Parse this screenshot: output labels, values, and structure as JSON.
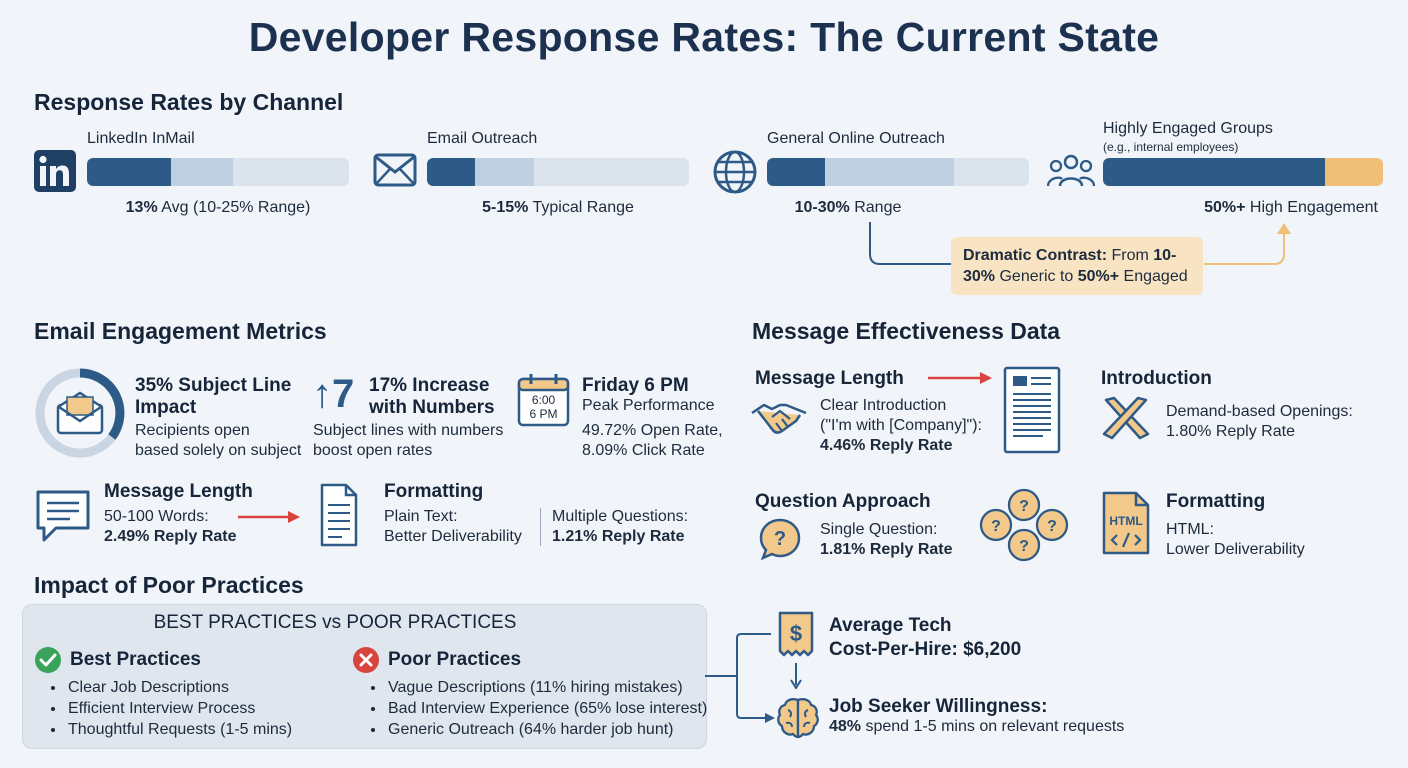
{
  "title": "Developer Response Rates: The Current State",
  "sections": {
    "response_rates": "Response Rates by Channel",
    "email_metrics": "Email Engagement Metrics",
    "message_effectiveness": "Message Effectiveness Data",
    "poor_practices": "Impact of Poor Practices"
  },
  "channels": [
    {
      "name": "LinkedIn InMail",
      "icon": "linkedin-icon",
      "bold": "13%",
      "rest": " Avg (10-25% Range)",
      "avg": 13,
      "range": [
        10,
        25
      ]
    },
    {
      "name": "Email Outreach",
      "icon": "envelope-icon",
      "bold": "5-15%",
      "rest": " Typical Range",
      "avg": null,
      "range": [
        5,
        15
      ]
    },
    {
      "name": "General Online Outreach",
      "icon": "globe-icon",
      "bold": "10-30%",
      "rest": " Range",
      "avg": null,
      "range": [
        10,
        30
      ]
    },
    {
      "name": "Highly Engaged Groups",
      "sub": "(e.g., internal employees)",
      "icon": "people-icon",
      "bold": "50%+",
      "rest": " High Engagement",
      "avg": null,
      "range": [
        50,
        100
      ]
    }
  ],
  "callout": {
    "line1_bold1": "Dramatic Contrast:",
    "line1_rest": " From ",
    "line1_bold2": "10-",
    "line2_bold1": "30%",
    "line2_rest": " Generic to ",
    "line2_bold2": "50%+",
    "line2_end": " Engaged"
  },
  "email_metrics": {
    "subject": {
      "title1": "35% Subject Line",
      "title2": "Impact",
      "desc1": "Recipients open",
      "desc2": "based solely on subject",
      "percent": 35
    },
    "numbers": {
      "glyph": "↑7",
      "title1": "17% Increase",
      "title2": "with Numbers",
      "desc1": "Subject lines with numbers",
      "desc2": "boost open rates"
    },
    "friday": {
      "cal1": "6:00",
      "cal2": "6 PM",
      "title": "Friday 6 PM",
      "subtitle": "Peak Performance",
      "desc1": "49.72% Open Rate,",
      "desc2": "8.09% Click Rate"
    },
    "length": {
      "title": "Message Length",
      "desc1": "50-100 Words:",
      "desc2": "2.49% Reply Rate"
    },
    "formatting": {
      "title": "Formatting",
      "desc1": "Plain Text:",
      "desc2": "Better Deliverability",
      "extra1": "Multiple Questions:",
      "extra2": "1.21% Reply Rate"
    }
  },
  "effectiveness": {
    "length": {
      "title": "Message Length",
      "desc1": "Clear Introduction",
      "desc2": "(\"I'm with [Company]\"):",
      "desc3": "4.46% Reply Rate"
    },
    "intro": {
      "title": "Introduction",
      "desc1": "Demand-based Openings:",
      "desc2": "1.80% Reply Rate"
    },
    "question": {
      "title": "Question Approach",
      "desc1": "Single Question:",
      "desc2": "1.81% Reply Rate"
    },
    "formatting": {
      "title": "Formatting",
      "html_label": "HTML",
      "desc1": "HTML:",
      "desc2": "Lower Deliverability"
    }
  },
  "practices": {
    "heading": "BEST PRACTICES vs POOR PRACTICES",
    "best": {
      "title": "Best Practices",
      "items": [
        "Clear Job Descriptions",
        "Efficient Interview Process",
        "Thoughtful Requests (1-5 mins)"
      ]
    },
    "poor": {
      "title": "Poor Practices",
      "items": [
        "Vague Descriptions (11% hiring mistakes)",
        "Bad Interview Experience (65% lose interest)",
        "Generic Outreach (64% harder job hunt)"
      ]
    }
  },
  "impact": {
    "cost": {
      "line1": "Average Tech",
      "line2": "Cost-Per-Hire: $6,200"
    },
    "seeker": {
      "title": "Job Seeker Willingness:",
      "bold": "48%",
      "rest": " spend 1-5 mins on relevant requests"
    }
  },
  "colors": {
    "dark_blue": "#2e5a88",
    "light_blue": "#bed0e2",
    "orange": "#efbf78",
    "red": "#d9443e",
    "green": "#3aa35a"
  }
}
